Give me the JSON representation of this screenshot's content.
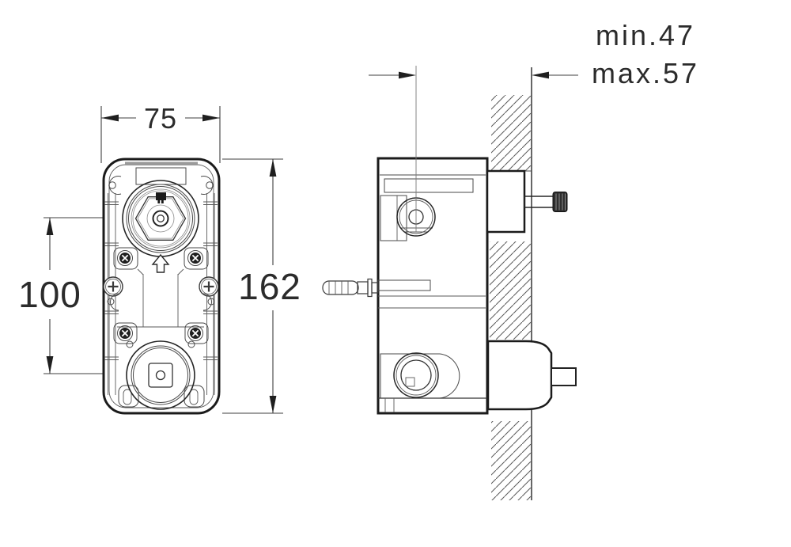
{
  "drawing": {
    "dimension_labels": {
      "front_width": "75",
      "front_port_spacing": "100",
      "front_height": "162",
      "depth_min": "min.47",
      "depth_max": "max.57"
    },
    "colors": {
      "outline": "#1b1b1b",
      "detail": "#4a4a4a",
      "hatch": "#5a5a5a",
      "text": "#2b2b2b",
      "background": "#ffffff",
      "knob_fill": "#2e2e2e"
    }
  }
}
